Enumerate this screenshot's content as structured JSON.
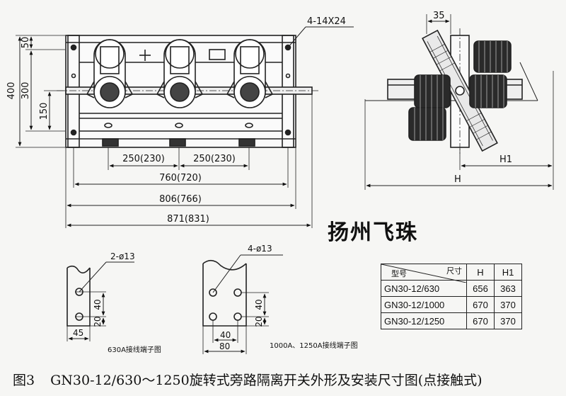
{
  "front_view": {
    "callout_holes": "4-14X24",
    "dim_50": "50",
    "dim_300": "300",
    "dim_400": "400",
    "dim_150": "150",
    "dim_pitch_1": "250(230)",
    "dim_pitch_2": "250(230)",
    "dim_760": "760(720)",
    "dim_806": "806(766)",
    "dim_871": "871(831)"
  },
  "side_view": {
    "dim_35": "35",
    "dim_H1": "H1",
    "dim_H": "H"
  },
  "brand": "扬州飞珠",
  "terminal_630": {
    "callout": "2-ø13",
    "dim_40": "40",
    "dim_20": "20",
    "dim_45": "45",
    "label": "630A接线端子图"
  },
  "terminal_1250": {
    "callout": "4-ø13",
    "dim_40_v": "40",
    "dim_20_v": "20",
    "dim_40_h": "40",
    "dim_80": "80",
    "label": "1000A、1250A接线端子图"
  },
  "spec_table": {
    "header_model": "型号",
    "header_dim": "尺寸",
    "header_H": "H",
    "header_H1": "H1",
    "rows": [
      {
        "model": "GN30-12/630",
        "H": "656",
        "H1": "363"
      },
      {
        "model": "GN30-12/1000",
        "H": "670",
        "H1": "370"
      },
      {
        "model": "GN30-12/1250",
        "H": "670",
        "H1": "370"
      }
    ]
  },
  "caption": {
    "figure_no": "图3",
    "text": "GN30-12/630～1250旋转式旁路隔离开关外形及安装尺寸图(点接触式)"
  }
}
